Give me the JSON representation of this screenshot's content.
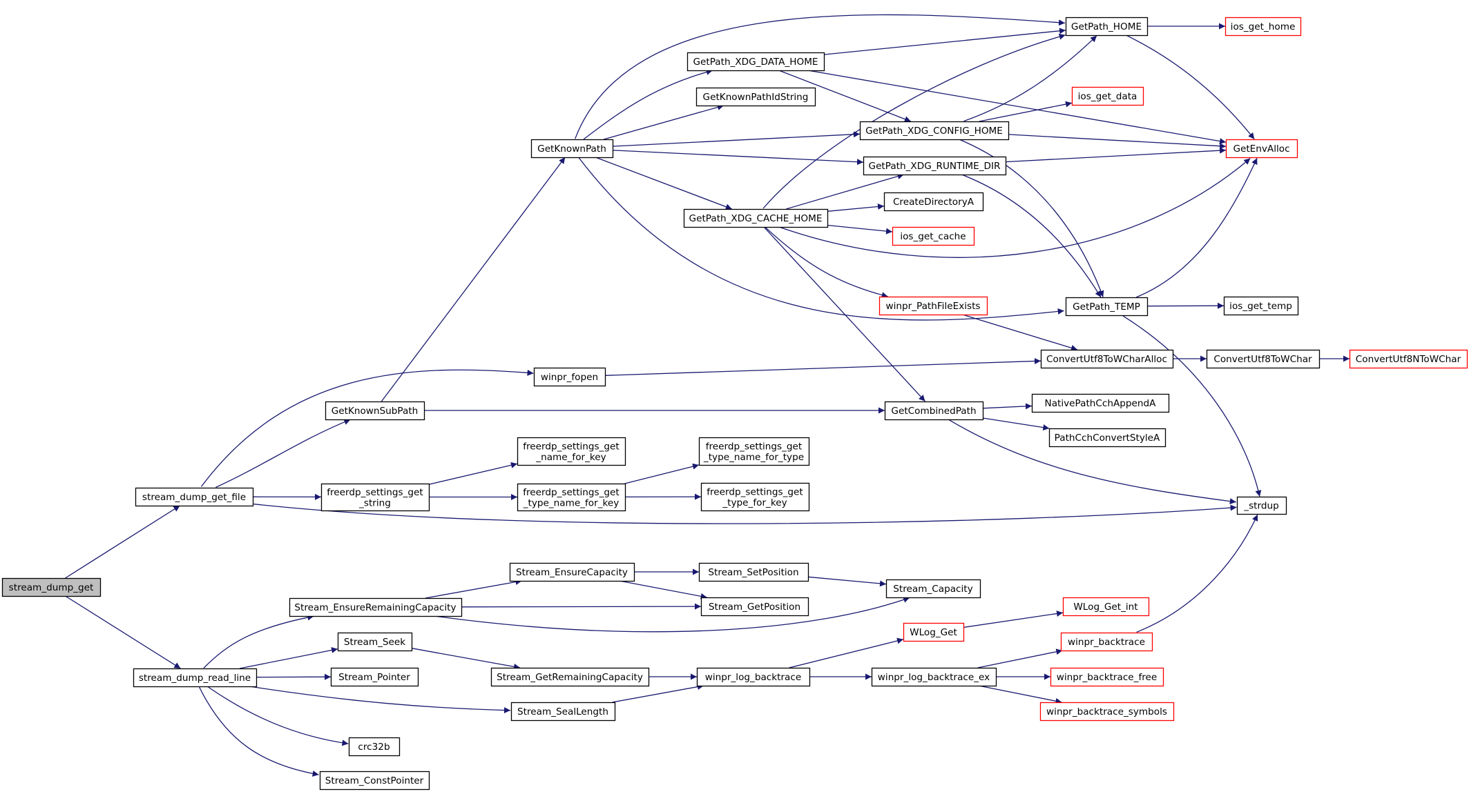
{
  "colors": {
    "edge": "#191970",
    "node_border": "#000000",
    "node_fill": "#ffffff",
    "root_fill": "#bfbfbf",
    "external_border": "#ff0000",
    "background": "#ffffff"
  },
  "nodes": [
    {
      "id": "stream_dump_get",
      "lines": [
        "stream_dump_get"
      ],
      "style": "root"
    },
    {
      "id": "stream_dump_get_file",
      "lines": [
        "stream_dump_get_file"
      ],
      "style": "normal"
    },
    {
      "id": "stream_dump_read_line",
      "lines": [
        "stream_dump_read_line"
      ],
      "style": "normal"
    },
    {
      "id": "GetKnownSubPath",
      "lines": [
        "GetKnownSubPath"
      ],
      "style": "normal"
    },
    {
      "id": "winpr_fopen",
      "lines": [
        "winpr_fopen"
      ],
      "style": "normal"
    },
    {
      "id": "freerdp_settings_get_string",
      "lines": [
        "freerdp_settings_get",
        "_string"
      ],
      "style": "normal"
    },
    {
      "id": "_strdup",
      "lines": [
        "_strdup"
      ],
      "style": "normal"
    },
    {
      "id": "GetKnownPath",
      "lines": [
        "GetKnownPath"
      ],
      "style": "normal"
    },
    {
      "id": "GetCombinedPath",
      "lines": [
        "GetCombinedPath"
      ],
      "style": "normal"
    },
    {
      "id": "GetPath_HOME",
      "lines": [
        "GetPath_HOME"
      ],
      "style": "normal"
    },
    {
      "id": "GetPath_XDG_DATA_HOME",
      "lines": [
        "GetPath_XDG_DATA_HOME"
      ],
      "style": "normal"
    },
    {
      "id": "GetKnownPathIdString",
      "lines": [
        "GetKnownPathIdString"
      ],
      "style": "normal"
    },
    {
      "id": "GetPath_XDG_CONFIG_HOME",
      "lines": [
        "GetPath_XDG_CONFIG_HOME"
      ],
      "style": "normal"
    },
    {
      "id": "GetPath_XDG_RUNTIME_DIR",
      "lines": [
        "GetPath_XDG_RUNTIME_DIR"
      ],
      "style": "normal"
    },
    {
      "id": "GetPath_XDG_CACHE_HOME",
      "lines": [
        "GetPath_XDG_CACHE_HOME"
      ],
      "style": "normal"
    },
    {
      "id": "GetPath_TEMP",
      "lines": [
        "GetPath_TEMP"
      ],
      "style": "normal"
    },
    {
      "id": "ios_get_home",
      "lines": [
        "ios_get_home"
      ],
      "style": "external"
    },
    {
      "id": "GetEnvAlloc",
      "lines": [
        "GetEnvAlloc"
      ],
      "style": "external"
    },
    {
      "id": "ios_get_data",
      "lines": [
        "ios_get_data"
      ],
      "style": "external"
    },
    {
      "id": "CreateDirectoryA",
      "lines": [
        "CreateDirectoryA"
      ],
      "style": "normal"
    },
    {
      "id": "ios_get_cache",
      "lines": [
        "ios_get_cache"
      ],
      "style": "external"
    },
    {
      "id": "winpr_PathFileExists",
      "lines": [
        "winpr_PathFileExists"
      ],
      "style": "external"
    },
    {
      "id": "ios_get_temp",
      "lines": [
        "ios_get_temp"
      ],
      "style": "normal"
    },
    {
      "id": "ConvertUtf8ToWCharAlloc",
      "lines": [
        "ConvertUtf8ToWCharAlloc"
      ],
      "style": "normal"
    },
    {
      "id": "ConvertUtf8ToWChar",
      "lines": [
        "ConvertUtf8ToWChar"
      ],
      "style": "normal"
    },
    {
      "id": "ConvertUtf8NToWChar",
      "lines": [
        "ConvertUtf8NToWChar"
      ],
      "style": "external"
    },
    {
      "id": "NativePathCchAppendA",
      "lines": [
        "NativePathCchAppendA"
      ],
      "style": "normal"
    },
    {
      "id": "PathCchConvertStyleA",
      "lines": [
        "PathCchConvertStyleA"
      ],
      "style": "normal"
    },
    {
      "id": "freerdp_settings_get_name_for_key",
      "lines": [
        "freerdp_settings_get",
        "_name_for_key"
      ],
      "style": "normal"
    },
    {
      "id": "freerdp_settings_get_type_name_for_key",
      "lines": [
        "freerdp_settings_get",
        "_type_name_for_key"
      ],
      "style": "normal"
    },
    {
      "id": "freerdp_settings_get_type_name_for_type",
      "lines": [
        "freerdp_settings_get",
        "_type_name_for_type"
      ],
      "style": "normal"
    },
    {
      "id": "freerdp_settings_get_type_for_key",
      "lines": [
        "freerdp_settings_get",
        "_type_for_key"
      ],
      "style": "normal"
    },
    {
      "id": "Stream_EnsureCapacity",
      "lines": [
        "Stream_EnsureCapacity"
      ],
      "style": "normal"
    },
    {
      "id": "Stream_SetPosition",
      "lines": [
        "Stream_SetPosition"
      ],
      "style": "normal"
    },
    {
      "id": "Stream_Capacity",
      "lines": [
        "Stream_Capacity"
      ],
      "style": "normal"
    },
    {
      "id": "Stream_EnsureRemainingCapacity",
      "lines": [
        "Stream_EnsureRemainingCapacity"
      ],
      "style": "normal"
    },
    {
      "id": "Stream_GetPosition",
      "lines": [
        "Stream_GetPosition"
      ],
      "style": "normal"
    },
    {
      "id": "WLog_Get",
      "lines": [
        "WLog_Get"
      ],
      "style": "external"
    },
    {
      "id": "WLog_Get_int",
      "lines": [
        "WLog_Get_int"
      ],
      "style": "external"
    },
    {
      "id": "Stream_Seek",
      "lines": [
        "Stream_Seek"
      ],
      "style": "normal"
    },
    {
      "id": "winpr_backtrace",
      "lines": [
        "winpr_backtrace"
      ],
      "style": "external"
    },
    {
      "id": "Stream_GetRemainingCapacity",
      "lines": [
        "Stream_GetRemainingCapacity"
      ],
      "style": "normal"
    },
    {
      "id": "winpr_log_backtrace",
      "lines": [
        "winpr_log_backtrace"
      ],
      "style": "normal"
    },
    {
      "id": "winpr_log_backtrace_ex",
      "lines": [
        "winpr_log_backtrace_ex"
      ],
      "style": "normal"
    },
    {
      "id": "winpr_backtrace_free",
      "lines": [
        "winpr_backtrace_free"
      ],
      "style": "external"
    },
    {
      "id": "Stream_Pointer",
      "lines": [
        "Stream_Pointer"
      ],
      "style": "normal"
    },
    {
      "id": "Stream_SealLength",
      "lines": [
        "Stream_SealLength"
      ],
      "style": "normal"
    },
    {
      "id": "winpr_backtrace_symbols",
      "lines": [
        "winpr_backtrace_symbols"
      ],
      "style": "external"
    },
    {
      "id": "crc32b",
      "lines": [
        "crc32b"
      ],
      "style": "normal"
    },
    {
      "id": "Stream_ConstPointer",
      "lines": [
        "Stream_ConstPointer"
      ],
      "style": "normal"
    }
  ],
  "edges": [
    [
      "stream_dump_get",
      "stream_dump_get_file"
    ],
    [
      "stream_dump_get",
      "stream_dump_read_line"
    ],
    [
      "stream_dump_get_file",
      "GetKnownSubPath"
    ],
    [
      "stream_dump_get_file",
      "winpr_fopen"
    ],
    [
      "stream_dump_get_file",
      "freerdp_settings_get_string"
    ],
    [
      "stream_dump_get_file",
      "_strdup"
    ],
    [
      "GetKnownSubPath",
      "GetKnownPath"
    ],
    [
      "GetKnownSubPath",
      "GetCombinedPath"
    ],
    [
      "winpr_fopen",
      "ConvertUtf8ToWCharAlloc"
    ],
    [
      "freerdp_settings_get_string",
      "freerdp_settings_get_name_for_key"
    ],
    [
      "freerdp_settings_get_string",
      "freerdp_settings_get_type_name_for_key"
    ],
    [
      "freerdp_settings_get_type_name_for_key",
      "freerdp_settings_get_type_name_for_type"
    ],
    [
      "freerdp_settings_get_type_name_for_key",
      "freerdp_settings_get_type_for_key"
    ],
    [
      "GetKnownPath",
      "GetPath_HOME"
    ],
    [
      "GetKnownPath",
      "GetPath_XDG_DATA_HOME"
    ],
    [
      "GetKnownPath",
      "GetKnownPathIdString"
    ],
    [
      "GetKnownPath",
      "GetPath_XDG_CONFIG_HOME"
    ],
    [
      "GetKnownPath",
      "GetPath_XDG_RUNTIME_DIR"
    ],
    [
      "GetKnownPath",
      "GetPath_XDG_CACHE_HOME"
    ],
    [
      "GetKnownPath",
      "GetPath_TEMP"
    ],
    [
      "GetPath_HOME",
      "ios_get_home"
    ],
    [
      "GetPath_HOME",
      "GetEnvAlloc"
    ],
    [
      "GetPath_XDG_DATA_HOME",
      "GetPath_HOME"
    ],
    [
      "GetPath_XDG_DATA_HOME",
      "GetEnvAlloc"
    ],
    [
      "GetPath_XDG_DATA_HOME",
      "GetPath_XDG_CONFIG_HOME"
    ],
    [
      "GetPath_XDG_CONFIG_HOME",
      "GetPath_HOME"
    ],
    [
      "GetPath_XDG_CONFIG_HOME",
      "ios_get_data"
    ],
    [
      "GetPath_XDG_CONFIG_HOME",
      "GetEnvAlloc"
    ],
    [
      "GetPath_XDG_CONFIG_HOME",
      "GetPath_TEMP"
    ],
    [
      "GetPath_XDG_RUNTIME_DIR",
      "GetEnvAlloc"
    ],
    [
      "GetPath_XDG_RUNTIME_DIR",
      "GetPath_TEMP"
    ],
    [
      "GetPath_XDG_CACHE_HOME",
      "GetPath_HOME"
    ],
    [
      "GetPath_XDG_CACHE_HOME",
      "GetPath_XDG_RUNTIME_DIR"
    ],
    [
      "GetPath_XDG_CACHE_HOME",
      "CreateDirectoryA"
    ],
    [
      "GetPath_XDG_CACHE_HOME",
      "ios_get_cache"
    ],
    [
      "GetPath_XDG_CACHE_HOME",
      "GetEnvAlloc"
    ],
    [
      "GetPath_XDG_CACHE_HOME",
      "winpr_PathFileExists"
    ],
    [
      "GetPath_XDG_CACHE_HOME",
      "GetCombinedPath"
    ],
    [
      "GetPath_TEMP",
      "GetEnvAlloc"
    ],
    [
      "GetPath_TEMP",
      "ios_get_temp"
    ],
    [
      "GetPath_TEMP",
      "_strdup"
    ],
    [
      "winpr_PathFileExists",
      "ConvertUtf8ToWCharAlloc"
    ],
    [
      "ConvertUtf8ToWCharAlloc",
      "ConvertUtf8ToWChar"
    ],
    [
      "ConvertUtf8ToWChar",
      "ConvertUtf8NToWChar"
    ],
    [
      "GetCombinedPath",
      "NativePathCchAppendA"
    ],
    [
      "GetCombinedPath",
      "PathCchConvertStyleA"
    ],
    [
      "GetCombinedPath",
      "_strdup"
    ],
    [
      "stream_dump_read_line",
      "Stream_EnsureRemainingCapacity"
    ],
    [
      "stream_dump_read_line",
      "Stream_Seek"
    ],
    [
      "stream_dump_read_line",
      "Stream_Pointer"
    ],
    [
      "stream_dump_read_line",
      "Stream_SealLength"
    ],
    [
      "stream_dump_read_line",
      "crc32b"
    ],
    [
      "stream_dump_read_line",
      "Stream_ConstPointer"
    ],
    [
      "Stream_EnsureRemainingCapacity",
      "Stream_EnsureCapacity"
    ],
    [
      "Stream_EnsureRemainingCapacity",
      "Stream_GetPosition"
    ],
    [
      "Stream_EnsureRemainingCapacity",
      "Stream_Capacity"
    ],
    [
      "Stream_EnsureCapacity",
      "Stream_SetPosition"
    ],
    [
      "Stream_EnsureCapacity",
      "Stream_GetPosition"
    ],
    [
      "Stream_SetPosition",
      "Stream_Capacity"
    ],
    [
      "Stream_Seek",
      "Stream_GetRemainingCapacity"
    ],
    [
      "Stream_GetRemainingCapacity",
      "winpr_log_backtrace"
    ],
    [
      "Stream_SealLength",
      "winpr_log_backtrace"
    ],
    [
      "winpr_log_backtrace",
      "WLog_Get"
    ],
    [
      "winpr_log_backtrace",
      "winpr_log_backtrace_ex"
    ],
    [
      "WLog_Get",
      "WLog_Get_int"
    ],
    [
      "winpr_log_backtrace_ex",
      "winpr_backtrace"
    ],
    [
      "winpr_log_backtrace_ex",
      "winpr_backtrace_free"
    ],
    [
      "winpr_log_backtrace_ex",
      "winpr_backtrace_symbols"
    ],
    [
      "winpr_backtrace",
      "_strdup"
    ]
  ]
}
